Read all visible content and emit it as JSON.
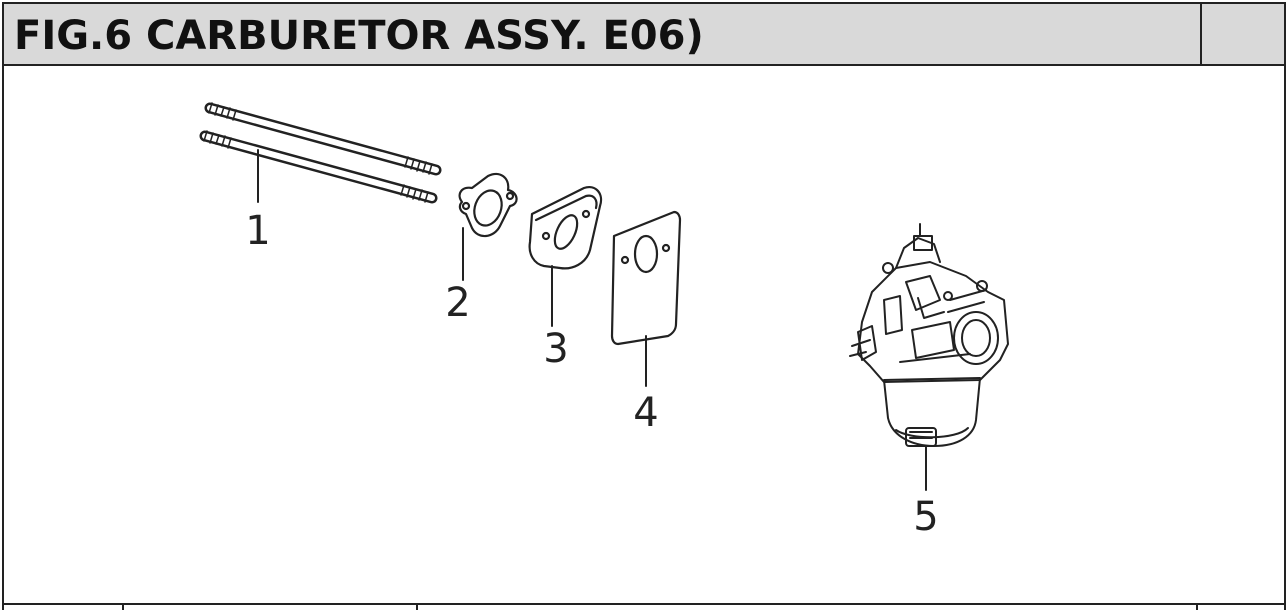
{
  "header": {
    "title": "FIG.6  CARBURETOR ASSY. E06)"
  },
  "callouts": [
    "1",
    "2",
    "3",
    "4",
    "5"
  ],
  "colors": {
    "header_bg": "#d9d9d9",
    "line": "#222222"
  }
}
